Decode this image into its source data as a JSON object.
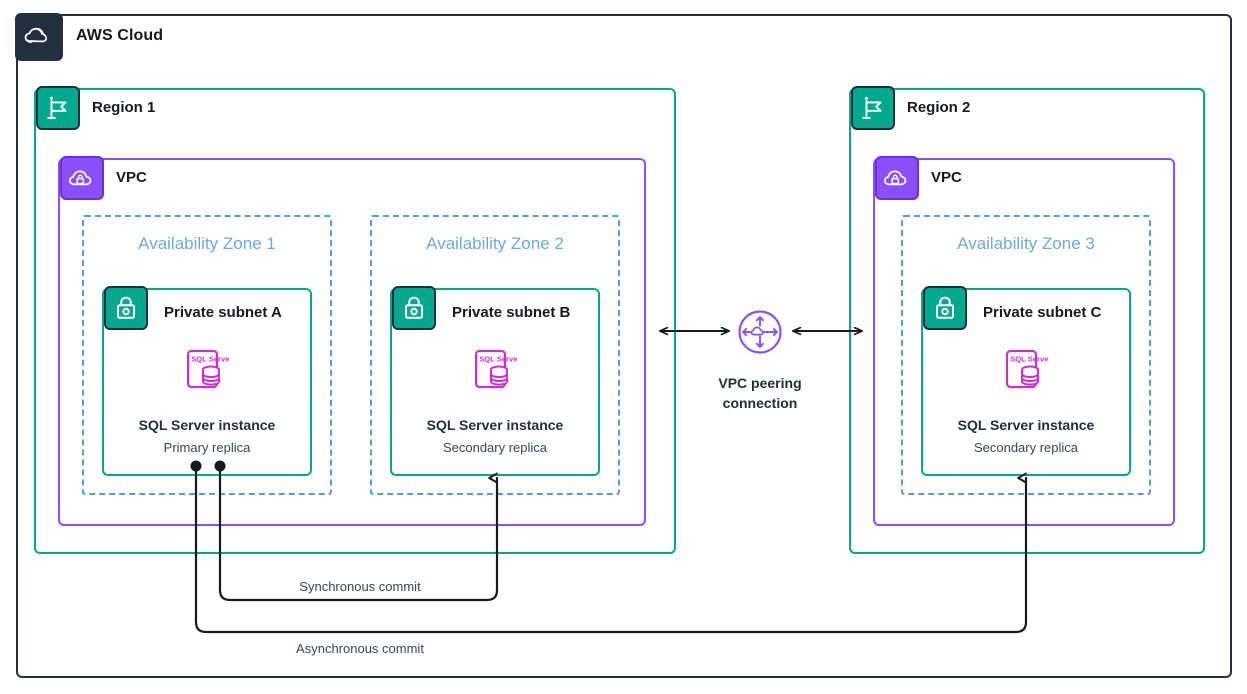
{
  "diagram": {
    "title": "AWS Cloud",
    "colors": {
      "cloud_border": "#232F3E",
      "region_border": "#00A88E",
      "vpc_border": "#8C4FFF",
      "az_border": "#5A9BD5",
      "subnet_border": "#00A88E",
      "sql_icon": "#CC2FCC",
      "text": "#232F3E",
      "az_text": "#6FA8DC",
      "connector": "#16191F"
    }
  },
  "cloud": {
    "label": "AWS Cloud",
    "icon": "aws-cloud-icon"
  },
  "regions": [
    {
      "label": "Region 1",
      "icon": "region-flag-icon",
      "vpc": {
        "label": "VPC",
        "icon": "vpc-cloud-lock-icon"
      },
      "zones": [
        {
          "label": "Availability Zone 1",
          "subnet": {
            "label": "Private subnet A",
            "icon": "private-subnet-lock-icon",
            "node": {
              "icon": "sql-server-icon",
              "icon_text": "SQL Server",
              "title": "SQL Server instance",
              "subtitle": "Primary replica"
            }
          }
        },
        {
          "label": "Availability Zone 2",
          "subnet": {
            "label": "Private subnet B",
            "icon": "private-subnet-lock-icon",
            "node": {
              "icon": "sql-server-icon",
              "icon_text": "SQL Server",
              "title": "SQL Server instance",
              "subtitle": "Secondary replica"
            }
          }
        }
      ]
    },
    {
      "label": "Region 2",
      "icon": "region-flag-icon",
      "vpc": {
        "label": "VPC",
        "icon": "vpc-cloud-lock-icon"
      },
      "zones": [
        {
          "label": "Availability Zone 3",
          "subnet": {
            "label": "Private subnet C",
            "icon": "private-subnet-lock-icon",
            "node": {
              "icon": "sql-server-icon",
              "icon_text": "SQL Server",
              "title": "SQL Server instance",
              "subtitle": "Secondary replica"
            }
          }
        }
      ]
    }
  ],
  "peering": {
    "label_line1": "VPC peering",
    "label_line2": "connection",
    "icon": "vpc-peering-icon"
  },
  "links": [
    {
      "label": "Synchronous commit",
      "from": "Primary replica",
      "to": "Private subnet B secondary replica"
    },
    {
      "label": "Asynchronous commit",
      "from": "Primary replica",
      "to": "Private subnet C secondary replica"
    }
  ]
}
